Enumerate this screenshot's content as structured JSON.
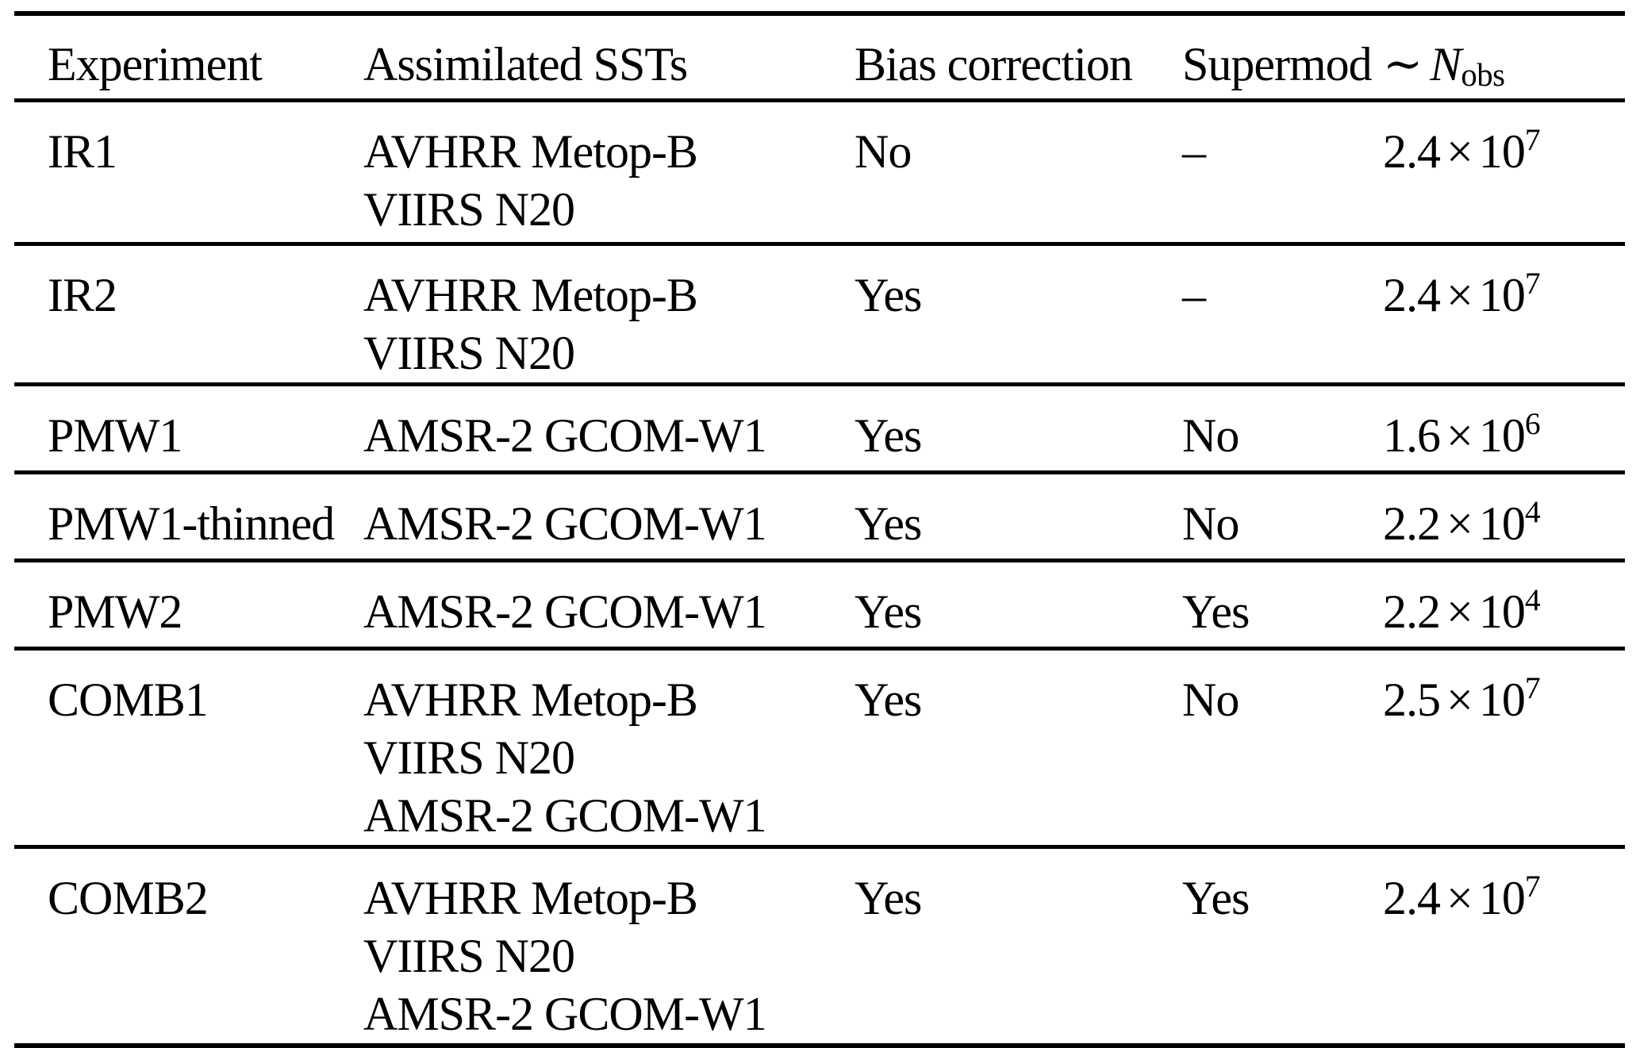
{
  "colors": {
    "background": "#ffffff",
    "text": "#000000",
    "rule": "#000000"
  },
  "table": {
    "columns": {
      "experiment": "Experiment",
      "ssts": "Assimilated SSTs",
      "bias": "Bias correction",
      "supermod": "Supermod"
    },
    "nobs_header": {
      "tilde": "∼",
      "symbol": "N",
      "subscript": "obs"
    },
    "notation": {
      "times": "×",
      "base": "10"
    },
    "rows": [
      {
        "experiment": "IR1",
        "ssts": [
          "AVHRR Metop-B",
          "VIIRS N20"
        ],
        "bias": "No",
        "supermod": "–",
        "nobs": {
          "mantissa": "2.4",
          "exponent": "7"
        }
      },
      {
        "experiment": "IR2",
        "ssts": [
          "AVHRR Metop-B",
          "VIIRS N20"
        ],
        "bias": "Yes",
        "supermod": "–",
        "nobs": {
          "mantissa": "2.4",
          "exponent": "7"
        }
      },
      {
        "experiment": "PMW1",
        "ssts": [
          "AMSR-2 GCOM-W1"
        ],
        "bias": "Yes",
        "supermod": "No",
        "nobs": {
          "mantissa": "1.6",
          "exponent": "6"
        }
      },
      {
        "experiment": "PMW1-thinned",
        "ssts": [
          "AMSR-2 GCOM-W1"
        ],
        "bias": "Yes",
        "supermod": "No",
        "nobs": {
          "mantissa": "2.2",
          "exponent": "4"
        }
      },
      {
        "experiment": "PMW2",
        "ssts": [
          "AMSR-2 GCOM-W1"
        ],
        "bias": "Yes",
        "supermod": "Yes",
        "nobs": {
          "mantissa": "2.2",
          "exponent": "4"
        }
      },
      {
        "experiment": "COMB1",
        "ssts": [
          "AVHRR Metop-B",
          "VIIRS N20",
          "AMSR-2 GCOM-W1"
        ],
        "bias": "Yes",
        "supermod": "No",
        "nobs": {
          "mantissa": "2.5",
          "exponent": "7"
        }
      },
      {
        "experiment": "COMB2",
        "ssts": [
          "AVHRR Metop-B",
          "VIIRS N20",
          "AMSR-2 GCOM-W1"
        ],
        "bias": "Yes",
        "supermod": "Yes",
        "nobs": {
          "mantissa": "2.4",
          "exponent": "7"
        }
      }
    ]
  }
}
